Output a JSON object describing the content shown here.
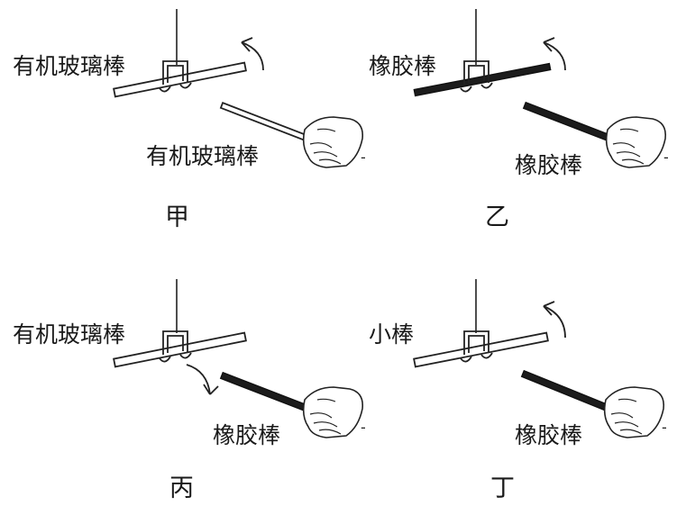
{
  "panels": [
    {
      "caption": "甲",
      "hung_rod_label": "有机玻璃棒",
      "hand_rod_label": "有机玻璃棒",
      "hung_rod_fill": "light",
      "hand_rod_fill": "light",
      "rotation": "counterclockwise",
      "hand_charge": "-"
    },
    {
      "caption": "乙",
      "hung_rod_label": "橡胶棒",
      "hand_rod_label": "橡胶棒",
      "hung_rod_fill": "dark",
      "hand_rod_fill": "dark",
      "rotation": "counterclockwise",
      "hand_charge": "-"
    },
    {
      "caption": "丙",
      "hung_rod_label": "有机玻璃棒",
      "hand_rod_label": "橡胶棒",
      "hung_rod_fill": "light",
      "hand_rod_fill": "dark",
      "rotation": "clockwise",
      "hand_charge": "-"
    },
    {
      "caption": "丁",
      "hung_rod_label": "小棒",
      "hand_rod_label": "橡胶棒",
      "hung_rod_fill": "light",
      "hand_rod_fill": "dark",
      "rotation": "counterclockwise",
      "hand_charge": "-"
    }
  ]
}
